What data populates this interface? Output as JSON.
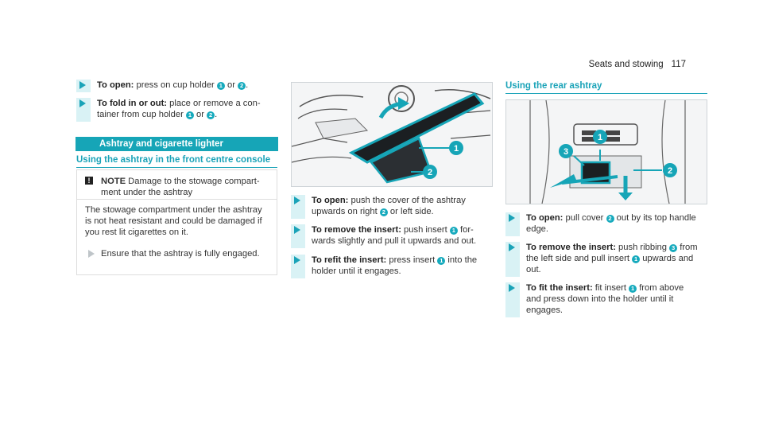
{
  "header": {
    "section": "Seats and stowing",
    "page": "117"
  },
  "col1": {
    "step1": {
      "label": "To open:",
      "text_a": " press on cup holder ",
      "n1": "1",
      "text_b": " or ",
      "n2": "2",
      "text_c": "."
    },
    "step2": {
      "label": "To fold in or out:",
      "text_a": " place or remove a con-",
      "text_b": "tainer from cup holder ",
      "n1": "1",
      "text_c": " or ",
      "n2": "2",
      "text_d": "."
    },
    "banner": "Ashtray and cigarette lighter",
    "subheading": "Using the ashtray in the front centre console",
    "note": {
      "icon": "!",
      "title": "NOTE",
      "line1": " Damage to the stowage compart-",
      "line2": "ment under the ashtray",
      "body": "The stowage compartment under the ashtray is not heat resistant and could be damaged if you rest lit cigarettes on it.",
      "step": "Ensure that the ashtray is fully engaged."
    }
  },
  "col2": {
    "fig_labels": [
      "1",
      "2"
    ],
    "step1": {
      "label": "To open:",
      "text_a": " push the cover of the ashtray",
      "text_b": "upwards on right ",
      "n2": "2",
      "text_c": " or left side."
    },
    "step2": {
      "label": "To remove the insert:",
      "text_a": " push insert ",
      "n1": "1",
      "text_b": " for-",
      "text_c": "wards slightly and pull it upwards and out."
    },
    "step3": {
      "label": "To refit the insert:",
      "text_a": " press insert ",
      "n1": "1",
      "text_b": " into the",
      "text_c": "holder until it engages."
    }
  },
  "col3": {
    "subheading": "Using the rear ashtray",
    "fig_labels": [
      "1",
      "2",
      "3"
    ],
    "step1": {
      "label": "To open:",
      "text_a": " pull cover ",
      "n2": "2",
      "text_b": " out by its top handle",
      "text_c": "edge."
    },
    "step2": {
      "label": "To remove the insert:",
      "text_a": " push ribbing ",
      "n3": "3",
      "text_b": " from",
      "text_c": "the left side and pull insert ",
      "n1": "1",
      "text_d": " upwards and",
      "text_e": "out."
    },
    "step3": {
      "label": "To fit the insert:",
      "text_a": " fit insert ",
      "n1": "1",
      "text_b": " from above",
      "text_c": "and press down into the holder until it",
      "text_d": "engages."
    }
  },
  "colors": {
    "accent": "#16a5b7",
    "light": "#d9f2f5"
  }
}
